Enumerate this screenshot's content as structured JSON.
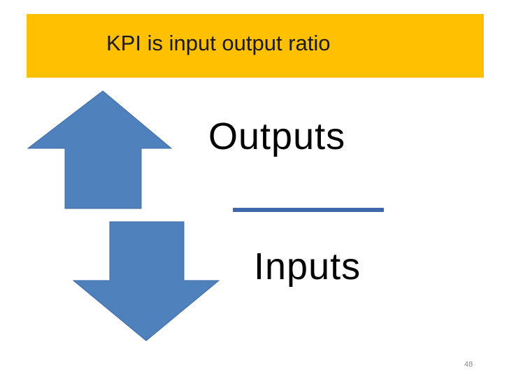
{
  "slide": {
    "title": "KPI is input output ratio",
    "numerator": "Outputs",
    "denominator": "Inputs",
    "slide_number": "48"
  },
  "colors": {
    "title_bar": "#fec000",
    "arrow_fill": "#4f81bd",
    "arrow_stroke": "#3b6aa6",
    "fraction_line": "#3d67a8"
  },
  "icons": {
    "up": "up-arrow-icon",
    "down": "down-arrow-icon"
  }
}
